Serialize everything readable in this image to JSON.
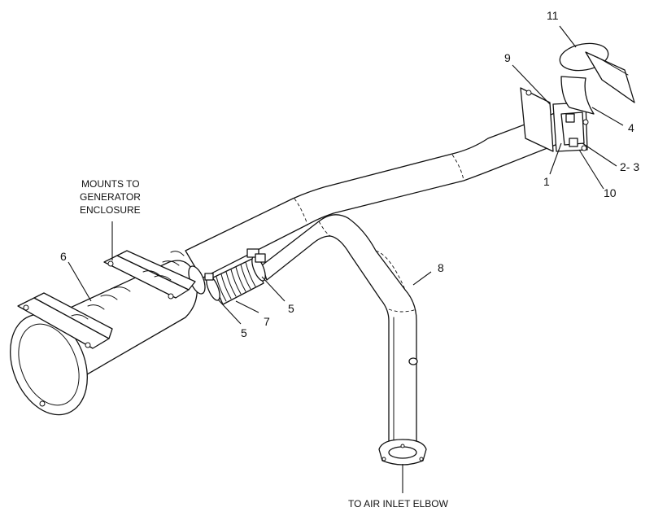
{
  "callouts": {
    "c1": "1",
    "c2_3": "2- 3",
    "c4": "4",
    "c5a": "5",
    "c5b": "5",
    "c6": "6",
    "c7": "7",
    "c8": "8",
    "c9": "9",
    "c10": "10",
    "c11": "11"
  },
  "notes": {
    "mounts_line1": "MOUNTS TO",
    "mounts_line2": "GENERATOR",
    "mounts_line3": "ENCLOSURE",
    "air_inlet": "TO AIR INLET ELBOW"
  }
}
